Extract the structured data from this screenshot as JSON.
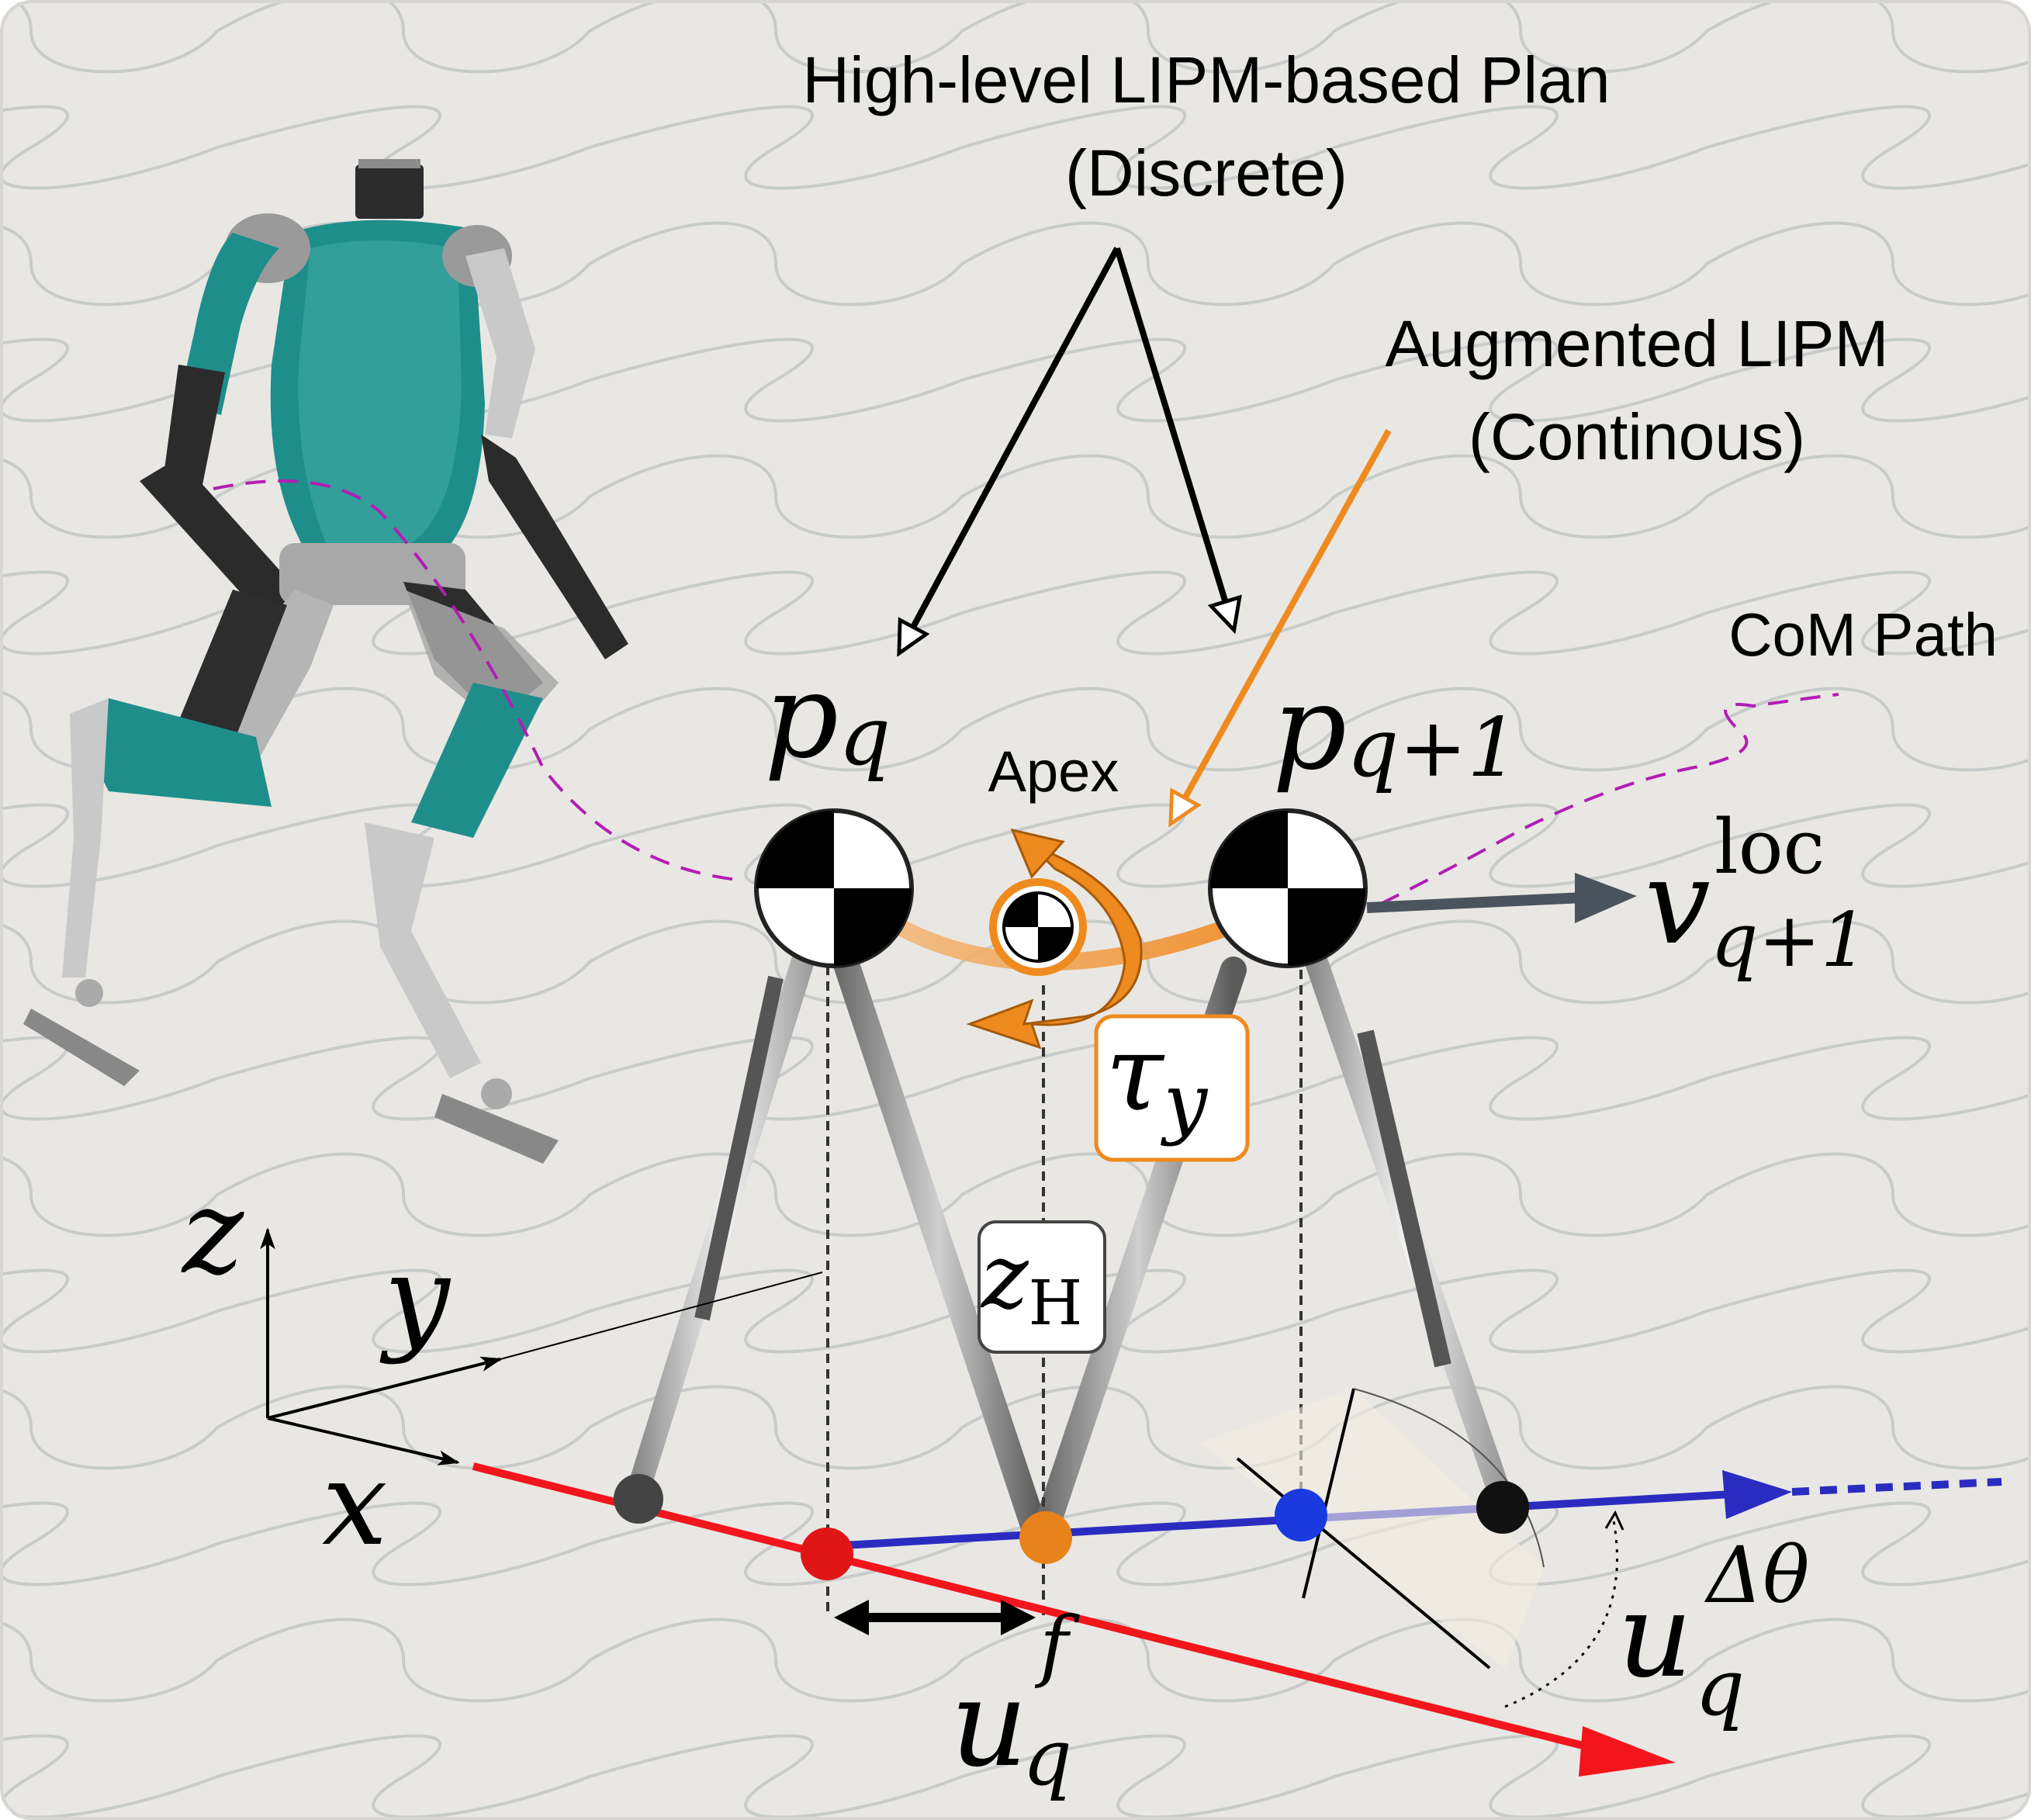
{
  "labels": {
    "high_level_title": "High-level LIPM-based Plan",
    "high_level_subtitle": "(Discrete)",
    "augmented_title": "Augmented LIPM",
    "augmented_subtitle": "(Continous)",
    "com_path": "CoM Path",
    "apex": "Apex"
  },
  "math": {
    "p_q": {
      "base": "p",
      "sub": "q"
    },
    "p_q1": {
      "base": "p",
      "sub": "q+1"
    },
    "v_loc": {
      "base": "v",
      "sup": "loc",
      "sub": "q+1"
    },
    "tau_y": {
      "base": "τ",
      "sub": "y"
    },
    "z_h": {
      "base": "z",
      "sub": "H"
    },
    "u_f": {
      "base": "u",
      "sup": "f",
      "sub": "q"
    },
    "u_dtheta": {
      "base": "u",
      "sup": "Δθ",
      "sub": "q"
    },
    "axis_x": "x",
    "axis_y": "y",
    "axis_z": "z"
  },
  "colors": {
    "background": "#e9e7e3",
    "wave": "#c7cbca",
    "orange": "#ee8a1e",
    "magenta": "#b21eb4",
    "red_axis": "#f2151c",
    "blue_axis": "#2a2cc0",
    "velocity": "#4b535c",
    "robot_teal": "#1e8e8b"
  },
  "icons": {
    "robot": "bipedal-robot-image",
    "com_ball": "checkered-sphere-icon",
    "torque": "curved-arrow-icon"
  }
}
